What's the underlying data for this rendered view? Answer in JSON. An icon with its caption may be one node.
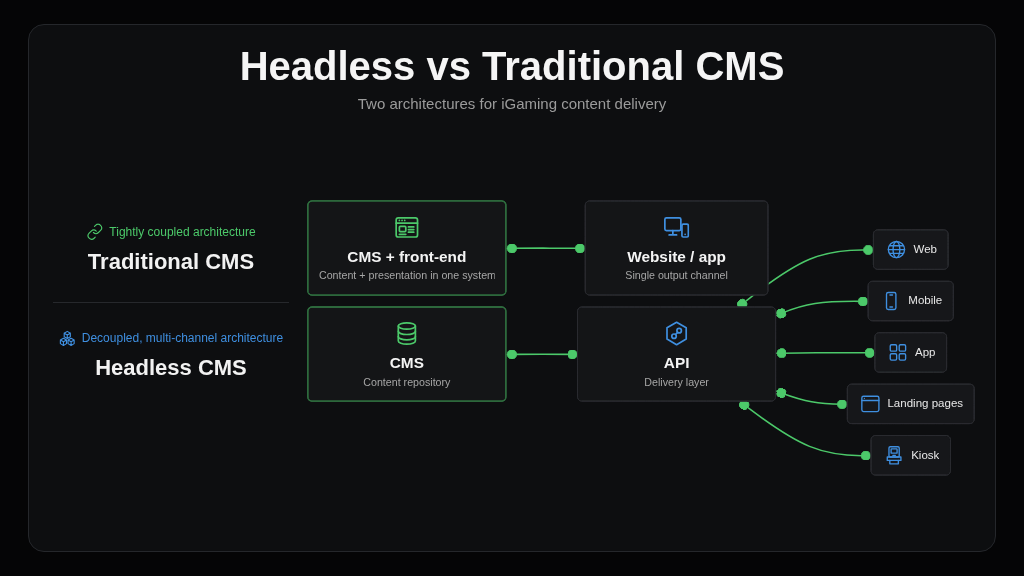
{
  "diagram": {
    "title": "Headless vs Traditional CMS",
    "nodes": [
      {
        "text": [
          "CMS + front-end",
          "Content + presentation in one system"
        ]
      },
      {
        "text": [
          "Website / app",
          "Single output channel"
        ]
      },
      {
        "text": [
          "CMS",
          "Content repository"
        ]
      },
      {
        "text": [
          "API",
          "Delivery layer"
        ]
      },
      {
        "text": [
          "Web"
        ]
      },
      {
        "text": [
          "Mobile"
        ]
      },
      {
        "text": [
          "App"
        ]
      },
      {
        "text": [
          "Landing pages"
        ]
      },
      {
        "text": [
          "Kiosk"
        ]
      }
    ],
    "edges": [
      {
        "from": 0,
        "to": 1,
        "arrow": "other"
      },
      {
        "from": 2,
        "to": 3,
        "arrow": "other"
      },
      {
        "from": 3,
        "to": 4,
        "arrow": "other"
      },
      {
        "from": 3,
        "to": 5,
        "arrow": "other"
      },
      {
        "from": 3,
        "to": 6,
        "arrow": "other"
      },
      {
        "from": 3,
        "to": 7,
        "arrow": "other"
      },
      {
        "from": 3,
        "to": 8,
        "arrow": "other"
      }
    ],
    "labels": [
      "Two architectures for iGaming content delivery",
      "Tightly coupled architecture",
      "Traditional CMS",
      "Decoupled, multi-channel architecture",
      "Headless CMS"
    ]
  }
}
